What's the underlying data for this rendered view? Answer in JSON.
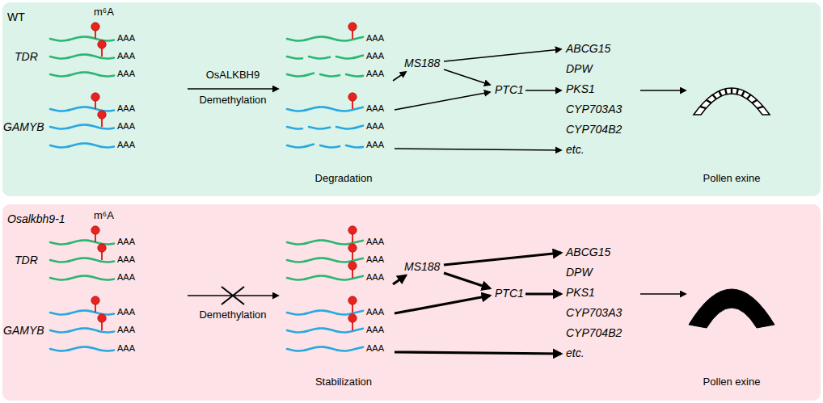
{
  "diagram": {
    "nodes": [
      {
        "text": [
          "WT"
        ]
      },
      {
        "text": [
          "Osalkbh9-1"
        ]
      }
    ],
    "labels": [
      "m⁶A",
      "TDR",
      "AAA",
      "AAA",
      "AAA",
      "GAMYB",
      "AAA",
      "AAA",
      "AAA",
      "OsALKBH9",
      "Demethylation",
      "AAA",
      "AAA",
      "AAA",
      "AAA",
      "AAA",
      "AAA",
      "Degradation",
      "MS188",
      "PTC1",
      "ABCG15",
      "DPW",
      "PKS1",
      "CYP703A3",
      "CYP704B2",
      "etc.",
      "Pollen exine",
      "m⁶A",
      "TDR",
      "AAA",
      "AAA",
      "AAA",
      "GAMYB",
      "AAA",
      "AAA",
      "AAA",
      "Demethylation",
      "AAA",
      "AAA",
      "AAA",
      "AAA",
      "AAA",
      "AAA",
      "Stabilization",
      "MS188",
      "PTC1",
      "ABCG15",
      "DPW",
      "PKS1",
      "CYP703A3",
      "CYP704B2",
      "etc.",
      "Pollen exine"
    ]
  }
}
